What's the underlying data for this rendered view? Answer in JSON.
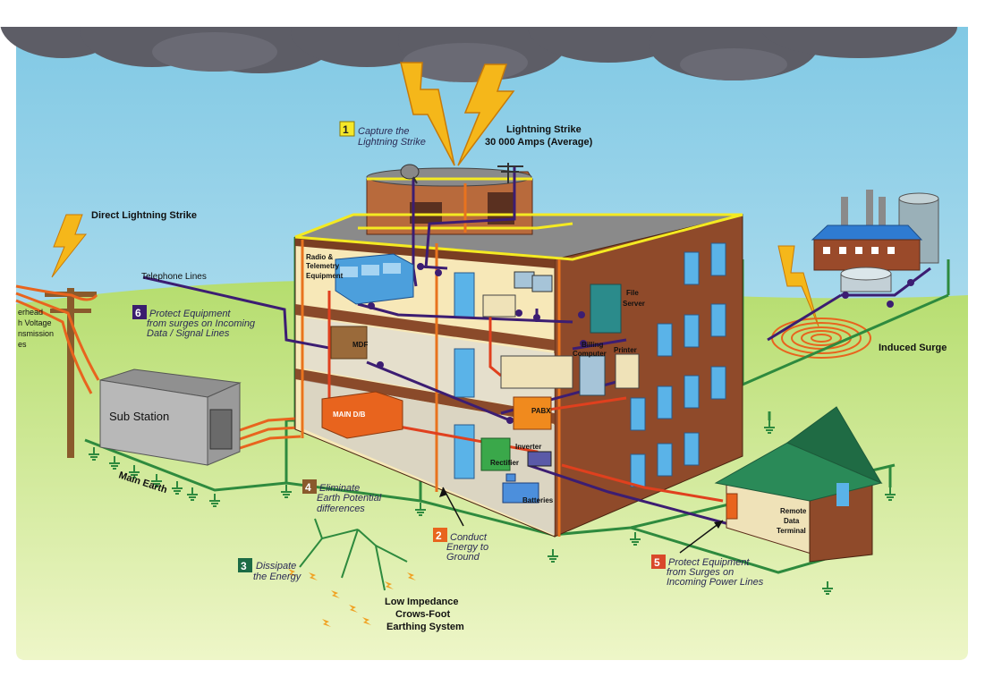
{
  "steps": [
    {
      "num": "1",
      "line1": "Capture the",
      "line2": "Lightning Strike",
      "badge_color": "#f5e829",
      "num_color": "#222"
    },
    {
      "num": "2",
      "line1": "Conduct",
      "line2": "Energy to",
      "line3": "Ground",
      "badge_color": "#e8641e",
      "num_color": "#fff"
    },
    {
      "num": "3",
      "line1": "Dissipate",
      "line2": "the Energy",
      "badge_color": "#1c6b45",
      "num_color": "#fff"
    },
    {
      "num": "4",
      "line1": "Eliminate",
      "line2": "Earth Potential",
      "line3": "differences",
      "badge_color": "#8a5a2c",
      "num_color": "#fff"
    },
    {
      "num": "5",
      "line1": "Protect Equipment",
      "line2": "from Surges on",
      "line3": "Incoming Power Lines",
      "badge_color": "#d9482a",
      "num_color": "#fff"
    },
    {
      "num": "6",
      "line1": "Protect Equipment",
      "line2": "from surges on Incoming",
      "line3": "Data / Signal Lines",
      "badge_color": "#3a1e6e",
      "num_color": "#fff"
    }
  ],
  "labels": {
    "strike_title": "Lightning Strike",
    "strike_amps": "30 000 Amps (Average)",
    "direct_strike": "Direct Lightning Strike",
    "telephone_lines": "Telephone Lines",
    "overhead_1": "erhead",
    "overhead_2": "h Voltage",
    "overhead_3": "nsmission",
    "overhead_4": "es",
    "sub_station": "Sub Station",
    "main_earth": "Main Earth",
    "induced_surge": "Induced Surge",
    "crowsfoot_1": "Low Impedance",
    "crowsfoot_2": "Crows-Foot",
    "crowsfoot_3": "Earthing System",
    "remote_1": "Remote",
    "remote_2": "Data",
    "remote_3": "Terminal"
  },
  "equipment": {
    "radio_1": "Radio &",
    "radio_2": "Telemetry",
    "radio_3": "Equipment",
    "mdf": "MDF",
    "main_db": "MAIN D/B",
    "file_1": "File",
    "file_2": "Server",
    "billing_1": "Billing",
    "billing_2": "Computer",
    "printer": "Printer",
    "pabx": "PABX",
    "inverter": "Inverter",
    "rectifier": "Rectifier",
    "batteries": "Batteries"
  },
  "colors": {
    "sky": "#a9dcee",
    "grass": "#c3e28a",
    "cloud": "#5d5d66",
    "earth_conductor": "#2e8a3e",
    "down_conductor": "#e8731e",
    "data_line": "#3c1d72",
    "power_line": "#e0401e",
    "lightning": "#f5b71a",
    "wall": "#8f4a2a",
    "roof_conductor": "#f4ea22"
  }
}
